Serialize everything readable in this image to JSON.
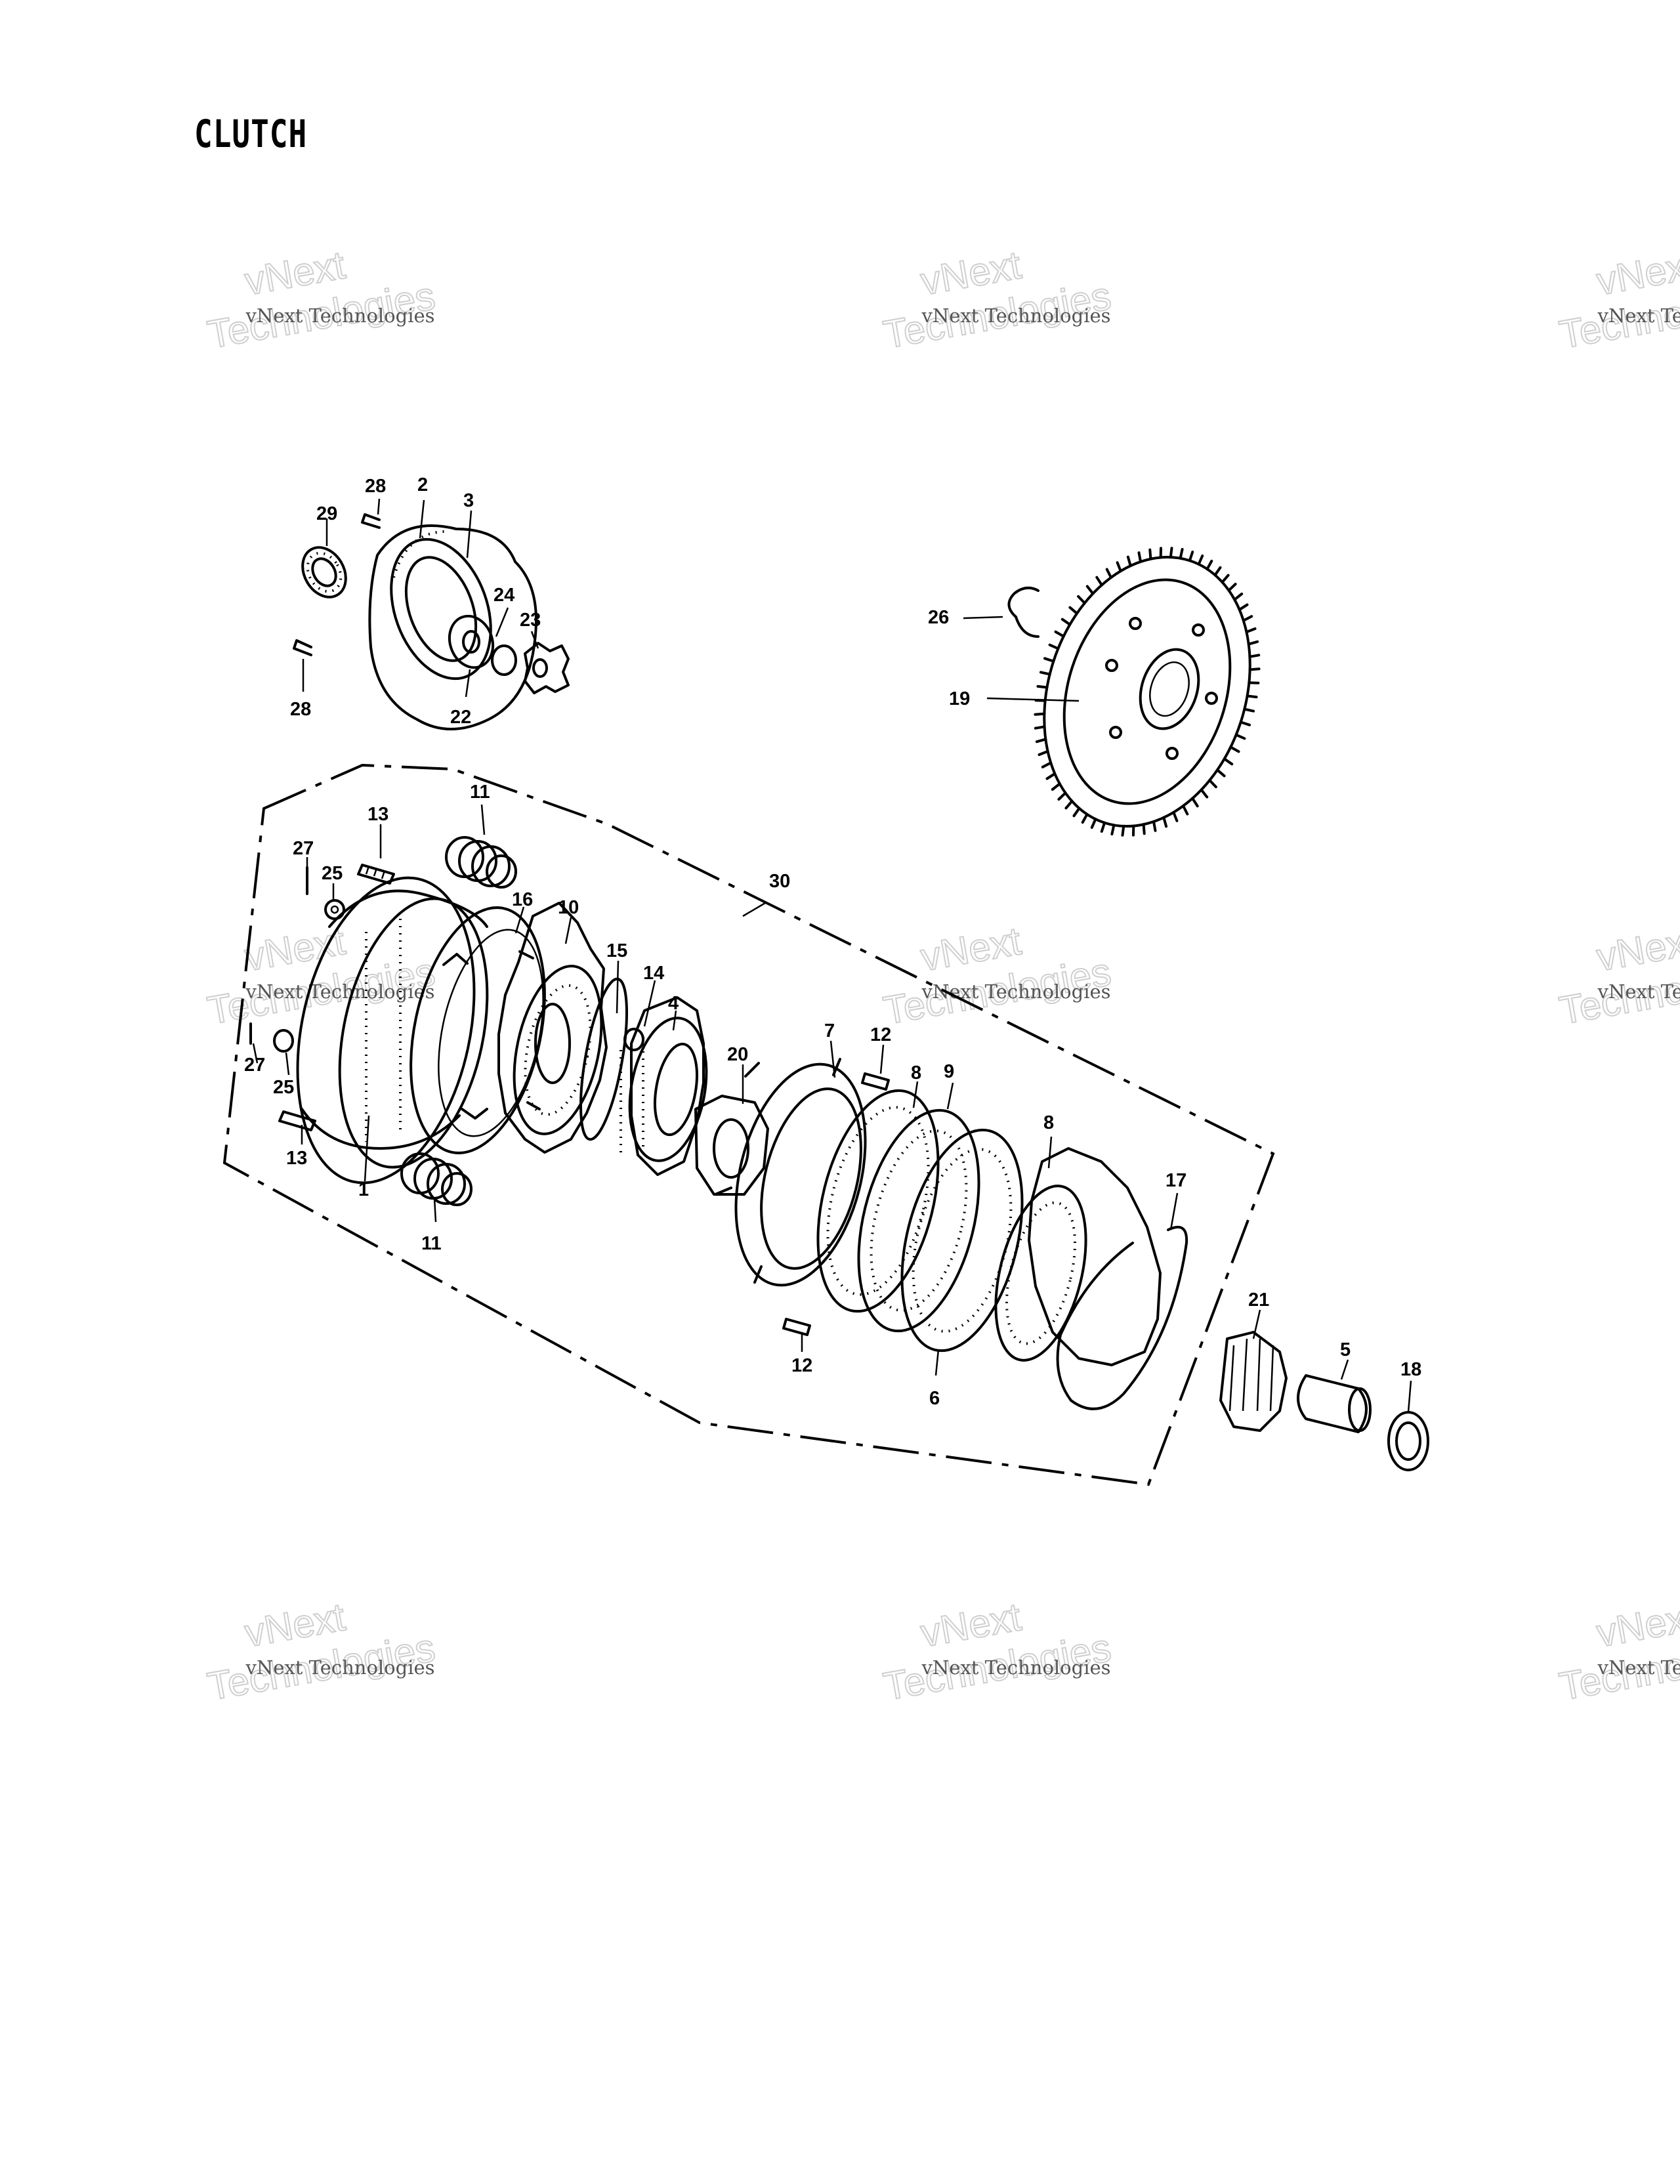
{
  "title": "CLUTCH",
  "watermark": {
    "line1": "vNext Technologies",
    "line2": "vNext",
    "line3": "Technologies"
  },
  "callouts": [
    "29",
    "28",
    "2",
    "3",
    "24",
    "23",
    "22",
    "28",
    "26",
    "19",
    "11",
    "13",
    "27",
    "25",
    "16",
    "10",
    "30",
    "15",
    "14",
    "4",
    "20",
    "7",
    "12",
    "8",
    "9",
    "27",
    "25",
    "13",
    "1",
    "11",
    "8",
    "17",
    "12",
    "6",
    "21",
    "5",
    "18"
  ]
}
